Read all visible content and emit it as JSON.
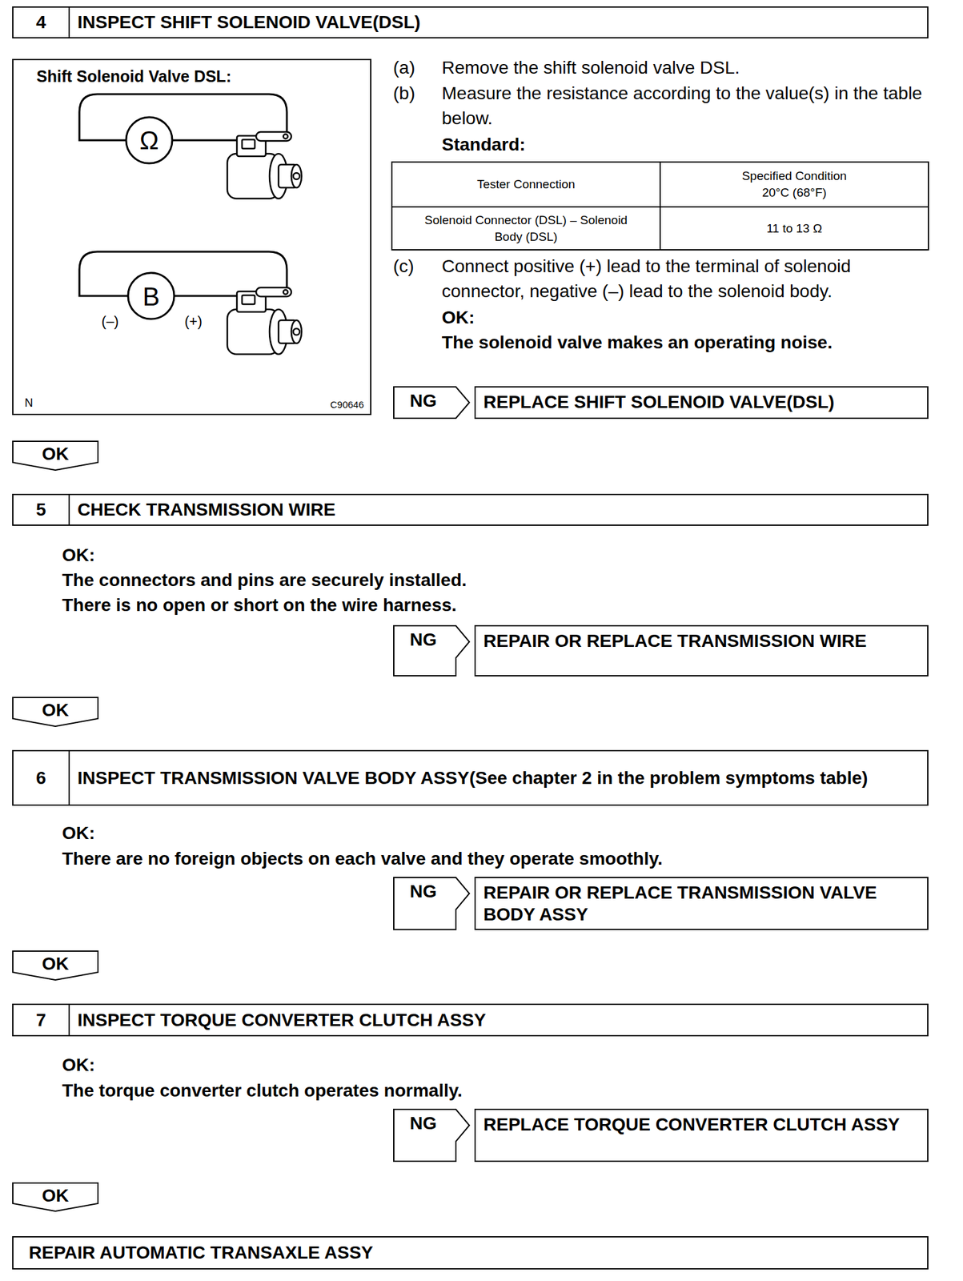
{
  "diagram": {
    "nodes": [
      {
        "text": [
          "4",
          "INSPECT SHIFT SOLENOID VALVE(DSL)"
        ]
      },
      {
        "text": [
          "Shift Solenoid Valve DSL:"
        ]
      },
      {
        "text": [
          "NG"
        ]
      },
      {
        "text": [
          "REPLACE SHIFT SOLENOID VALVE(DSL)"
        ]
      },
      {
        "text": [
          "OK"
        ]
      },
      {
        "text": [
          "5",
          "CHECK TRANSMISSION WIRE"
        ]
      },
      {
        "text": [
          "NG"
        ]
      },
      {
        "text": [
          "REPAIR OR REPLACE TRANSMISSION WIRE"
        ]
      },
      {
        "text": [
          "OK"
        ]
      },
      {
        "text": [
          "6",
          "INSPECT TRANSMISSION VALVE BODY ASSY(See chapter 2 in the problem symptoms table)"
        ]
      },
      {
        "text": [
          "NG"
        ]
      },
      {
        "text": [
          "REPAIR OR REPLACE TRANSMISSION VALVE BODY ASSY"
        ]
      },
      {
        "text": [
          "OK"
        ]
      },
      {
        "text": [
          "7",
          "INSPECT TORQUE CONVERTER CLUTCH ASSY"
        ]
      },
      {
        "text": [
          "NG"
        ]
      },
      {
        "text": [
          "REPLACE TORQUE CONVERTER CLUTCH ASSY"
        ]
      },
      {
        "text": [
          "OK"
        ]
      },
      {
        "text": [
          "REPAIR AUTOMATIC TRANSAXLE ASSY"
        ]
      }
    ],
    "labels": [
      "(a)",
      "Remove the shift solenoid valve DSL.",
      "(b)",
      "Measure the resistance according to the value(s) in the table below.",
      "Standard:",
      "Tester Connection",
      "Specified Condition 20°C (68°F)",
      "Solenoid Connector (DSL) – Solenoid Body (DSL)",
      "11 to 13 Ω",
      "(c)",
      "Connect positive (+) lead to the terminal of solenoid connector, negative (–) lead to the solenoid body.",
      "OK:",
      "The solenoid valve makes an operating noise.",
      "Ω",
      "B",
      "(–)",
      "(+)",
      "N",
      "C90646",
      "OK:",
      "The connectors and pins are securely installed.",
      "There is no open or short on the wire harness.",
      "OK:",
      "There are no foreign objects on each valve and they operate smoothly.",
      "OK:",
      "The torque converter clutch operates normally."
    ]
  }
}
